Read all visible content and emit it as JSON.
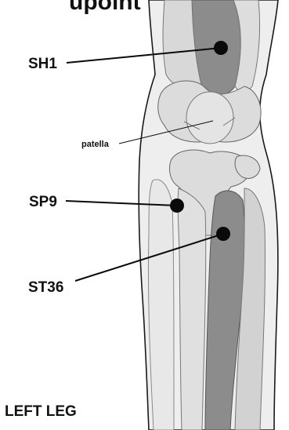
{
  "title": "upoint Location",
  "points": [
    {
      "id": "SH1",
      "label": "SH1"
    },
    {
      "id": "SP9",
      "label": "SP9"
    },
    {
      "id": "ST36",
      "label": "ST36"
    }
  ],
  "patella_label": "patella",
  "leg_label": "LEFT LEG",
  "colors": {
    "skin_light": "#eeeeee",
    "bone_light": "#dcdcdc",
    "bone_mid": "#bdbdbd",
    "muscle_dark": "#8c8c8c",
    "outline": "#1a1a1a",
    "point": "#0a0a0a"
  }
}
